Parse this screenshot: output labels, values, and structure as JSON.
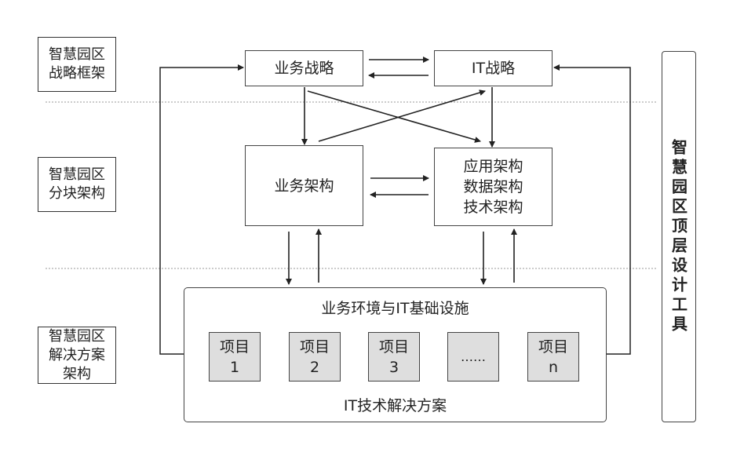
{
  "layers": [
    {
      "lines": [
        "智慧园区",
        "战略框架"
      ]
    },
    {
      "lines": [
        "智慧园区",
        "分块架构"
      ]
    },
    {
      "lines": [
        "智慧园区",
        "解决方案",
        "架构"
      ]
    }
  ],
  "boxes": {
    "business_strategy": "业务战略",
    "it_strategy": "IT战略",
    "business_architecture": "业务架构",
    "tech_architecture": [
      "应用架构",
      "数据架构",
      "技术架构"
    ]
  },
  "infrastructure": {
    "title": "业务环境与IT基础设施",
    "footer": "IT技术解决方案",
    "projects": [
      {
        "line1": "项目",
        "line2": "1"
      },
      {
        "line1": "项目",
        "line2": "2"
      },
      {
        "line1": "项目",
        "line2": "3"
      },
      {
        "line1": "……",
        "line2": ""
      },
      {
        "line1": "项目",
        "line2": "n"
      }
    ]
  },
  "side_tool": "智慧园区顶层设计工具"
}
